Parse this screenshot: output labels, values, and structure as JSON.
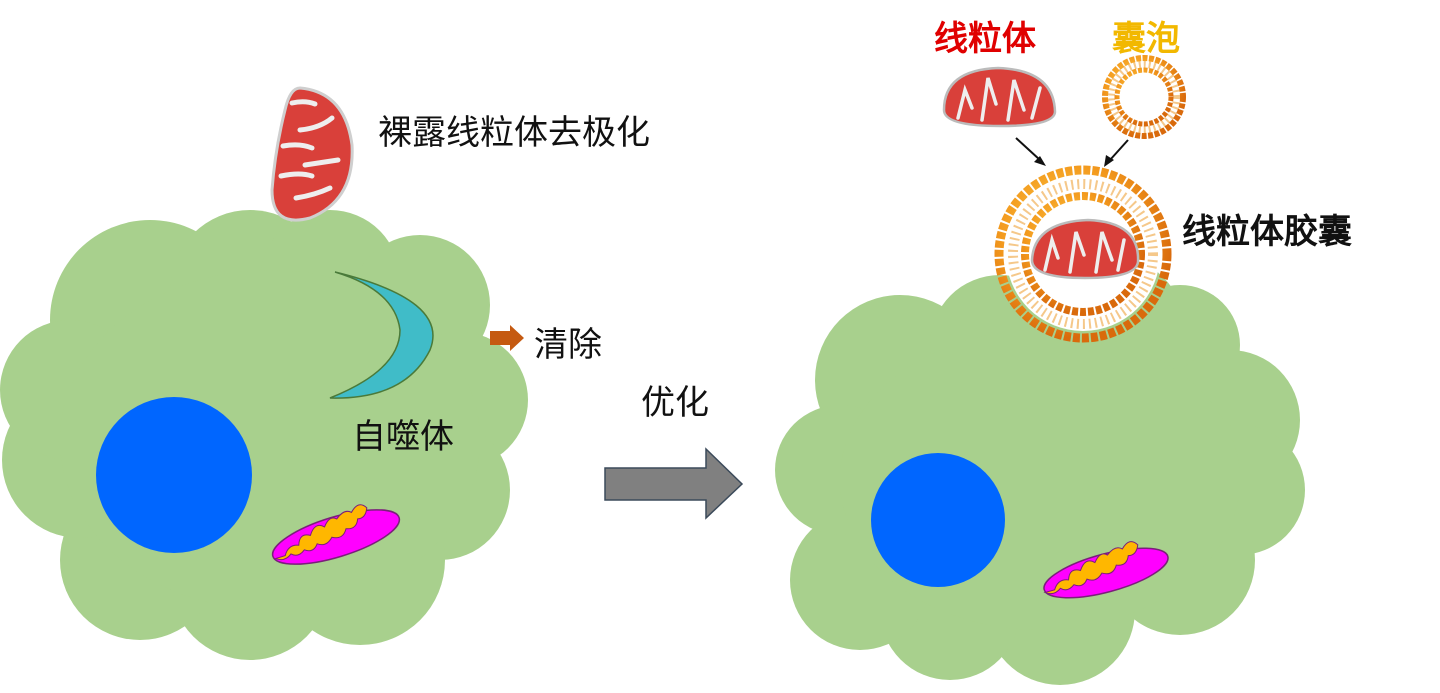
{
  "colors": {
    "background": "#ffffff",
    "cell_fill": "#a8d08d",
    "nucleus": "#0066ff",
    "autophagosome": "#40bcc8",
    "autophagosome_stroke": "#4a7a3a",
    "mito_red": "#d9403a",
    "mito_cristae": "#eeeeee",
    "cell_mito_outer": "#ff00ff",
    "cell_mito_inner": "#ffb700",
    "lipid_head": "#f39a1e",
    "clear_arrow": "#c55a11",
    "optimize_arrow": "#808080",
    "label_mito_red": "#e00000",
    "label_vesicle_yellow": "#f2b800"
  },
  "left_panel": {
    "naked_mito_label": "裸露线粒体去极化",
    "autophagosome_label": "自噬体",
    "clear_label": "清除"
  },
  "center": {
    "optimize_label": "优化"
  },
  "right_panel": {
    "mito_label": "线粒体",
    "vesicle_label": "囊泡",
    "mito_capsule_label": "线粒体胶囊"
  }
}
